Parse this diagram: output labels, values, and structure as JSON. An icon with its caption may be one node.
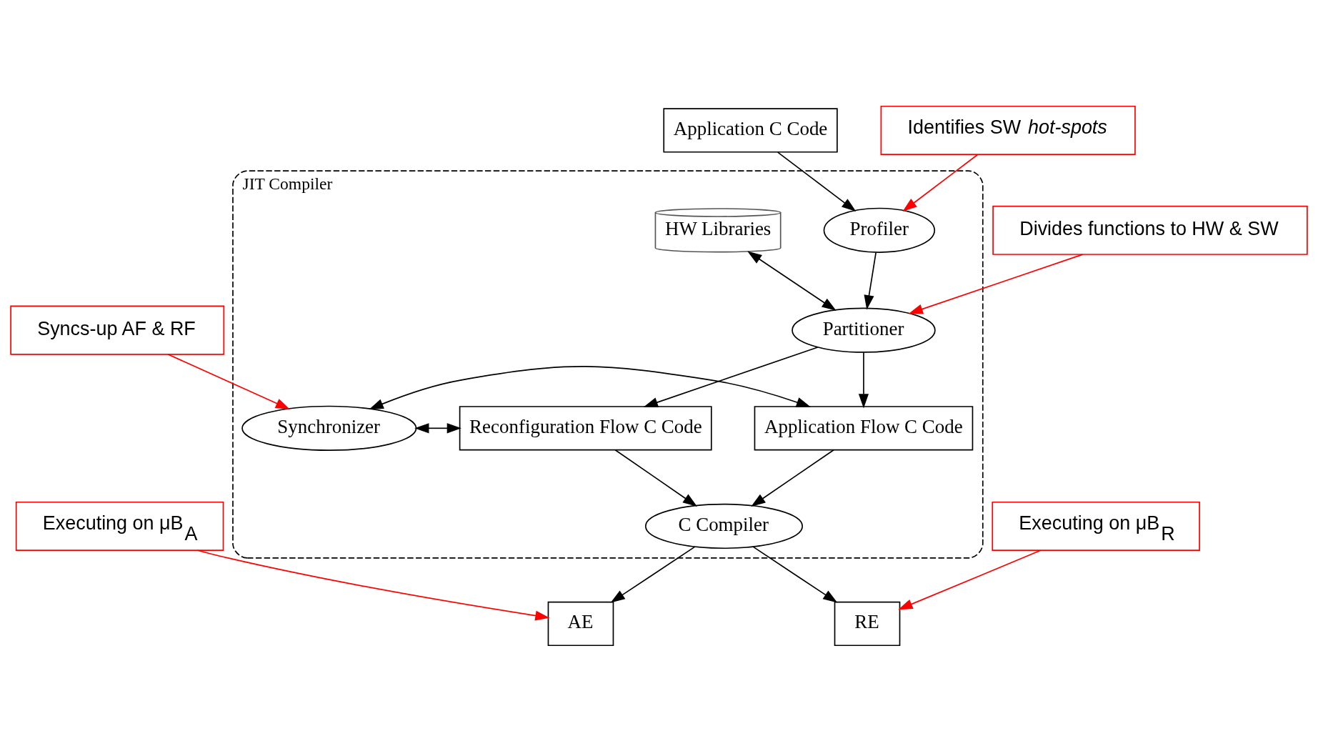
{
  "diagram": {
    "nodes": [
      {
        "text": [
          "JIT Compiler"
        ]
      },
      {
        "text": [
          "Application C Code"
        ]
      },
      {
        "text": [
          "Identifies SW *hot-spots*"
        ]
      },
      {
        "text": [
          "Profiler"
        ],
        "in": 0
      },
      {
        "text": [
          "HW Libraries"
        ],
        "in": 0
      },
      {
        "text": [
          "Syncs-up AF & RF"
        ]
      },
      {
        "text": [
          "Partitioner"
        ],
        "in": 0
      },
      {
        "text": [
          "Divides functions to HW & SW"
        ]
      },
      {
        "text": [
          "Application Flow C Code"
        ],
        "in": 0
      },
      {
        "text": [
          "Synchronizer"
        ],
        "in": 0
      },
      {
        "text": [
          "Reconfiguration Flow C Code"
        ],
        "in": 0
      },
      {
        "text": [
          "C Compiler"
        ],
        "in": 0
      },
      {
        "text": [
          "Executing on μB$_{A}$"
        ]
      },
      {
        "text": [
          "Executing on μB$_{R}$"
        ]
      },
      {
        "text": [
          "AE"
        ]
      },
      {
        "text": [
          "RE"
        ]
      }
    ],
    "edges": [
      {
        "from": 1,
        "to": 3,
        "arrow": "to"
      },
      {
        "from": 2,
        "to": 3,
        "arrow": "to",
        "color": "#ff0000"
      },
      {
        "from": 3,
        "to": 6,
        "arrow": "to"
      },
      {
        "from": 6,
        "to": 4,
        "arrow": "both"
      },
      {
        "from": 5,
        "to": 9,
        "arrow": "to",
        "color": "#ff0000"
      },
      {
        "from": 6,
        "to": 8,
        "arrow": "to"
      },
      {
        "from": 6,
        "to": 10,
        "arrow": "to"
      },
      {
        "from": 7,
        "to": 6,
        "arrow": "to",
        "color": "#ff0000"
      },
      {
        "from": 8,
        "to": 9,
        "arrow": "both"
      },
      {
        "from": 9,
        "to": 10,
        "arrow": "both"
      },
      {
        "from": 8,
        "to": 11,
        "arrow": "to"
      },
      {
        "from": 10,
        "to": 11,
        "arrow": "to"
      },
      {
        "from": 11,
        "to": 14,
        "arrow": "to"
      },
      {
        "from": 11,
        "to": 15,
        "arrow": "to"
      },
      {
        "from": 12,
        "to": 14,
        "arrow": "to",
        "color": "#ff0000"
      },
      {
        "from": 13,
        "to": 15,
        "arrow": "to",
        "color": "#ff0000"
      }
    ]
  }
}
